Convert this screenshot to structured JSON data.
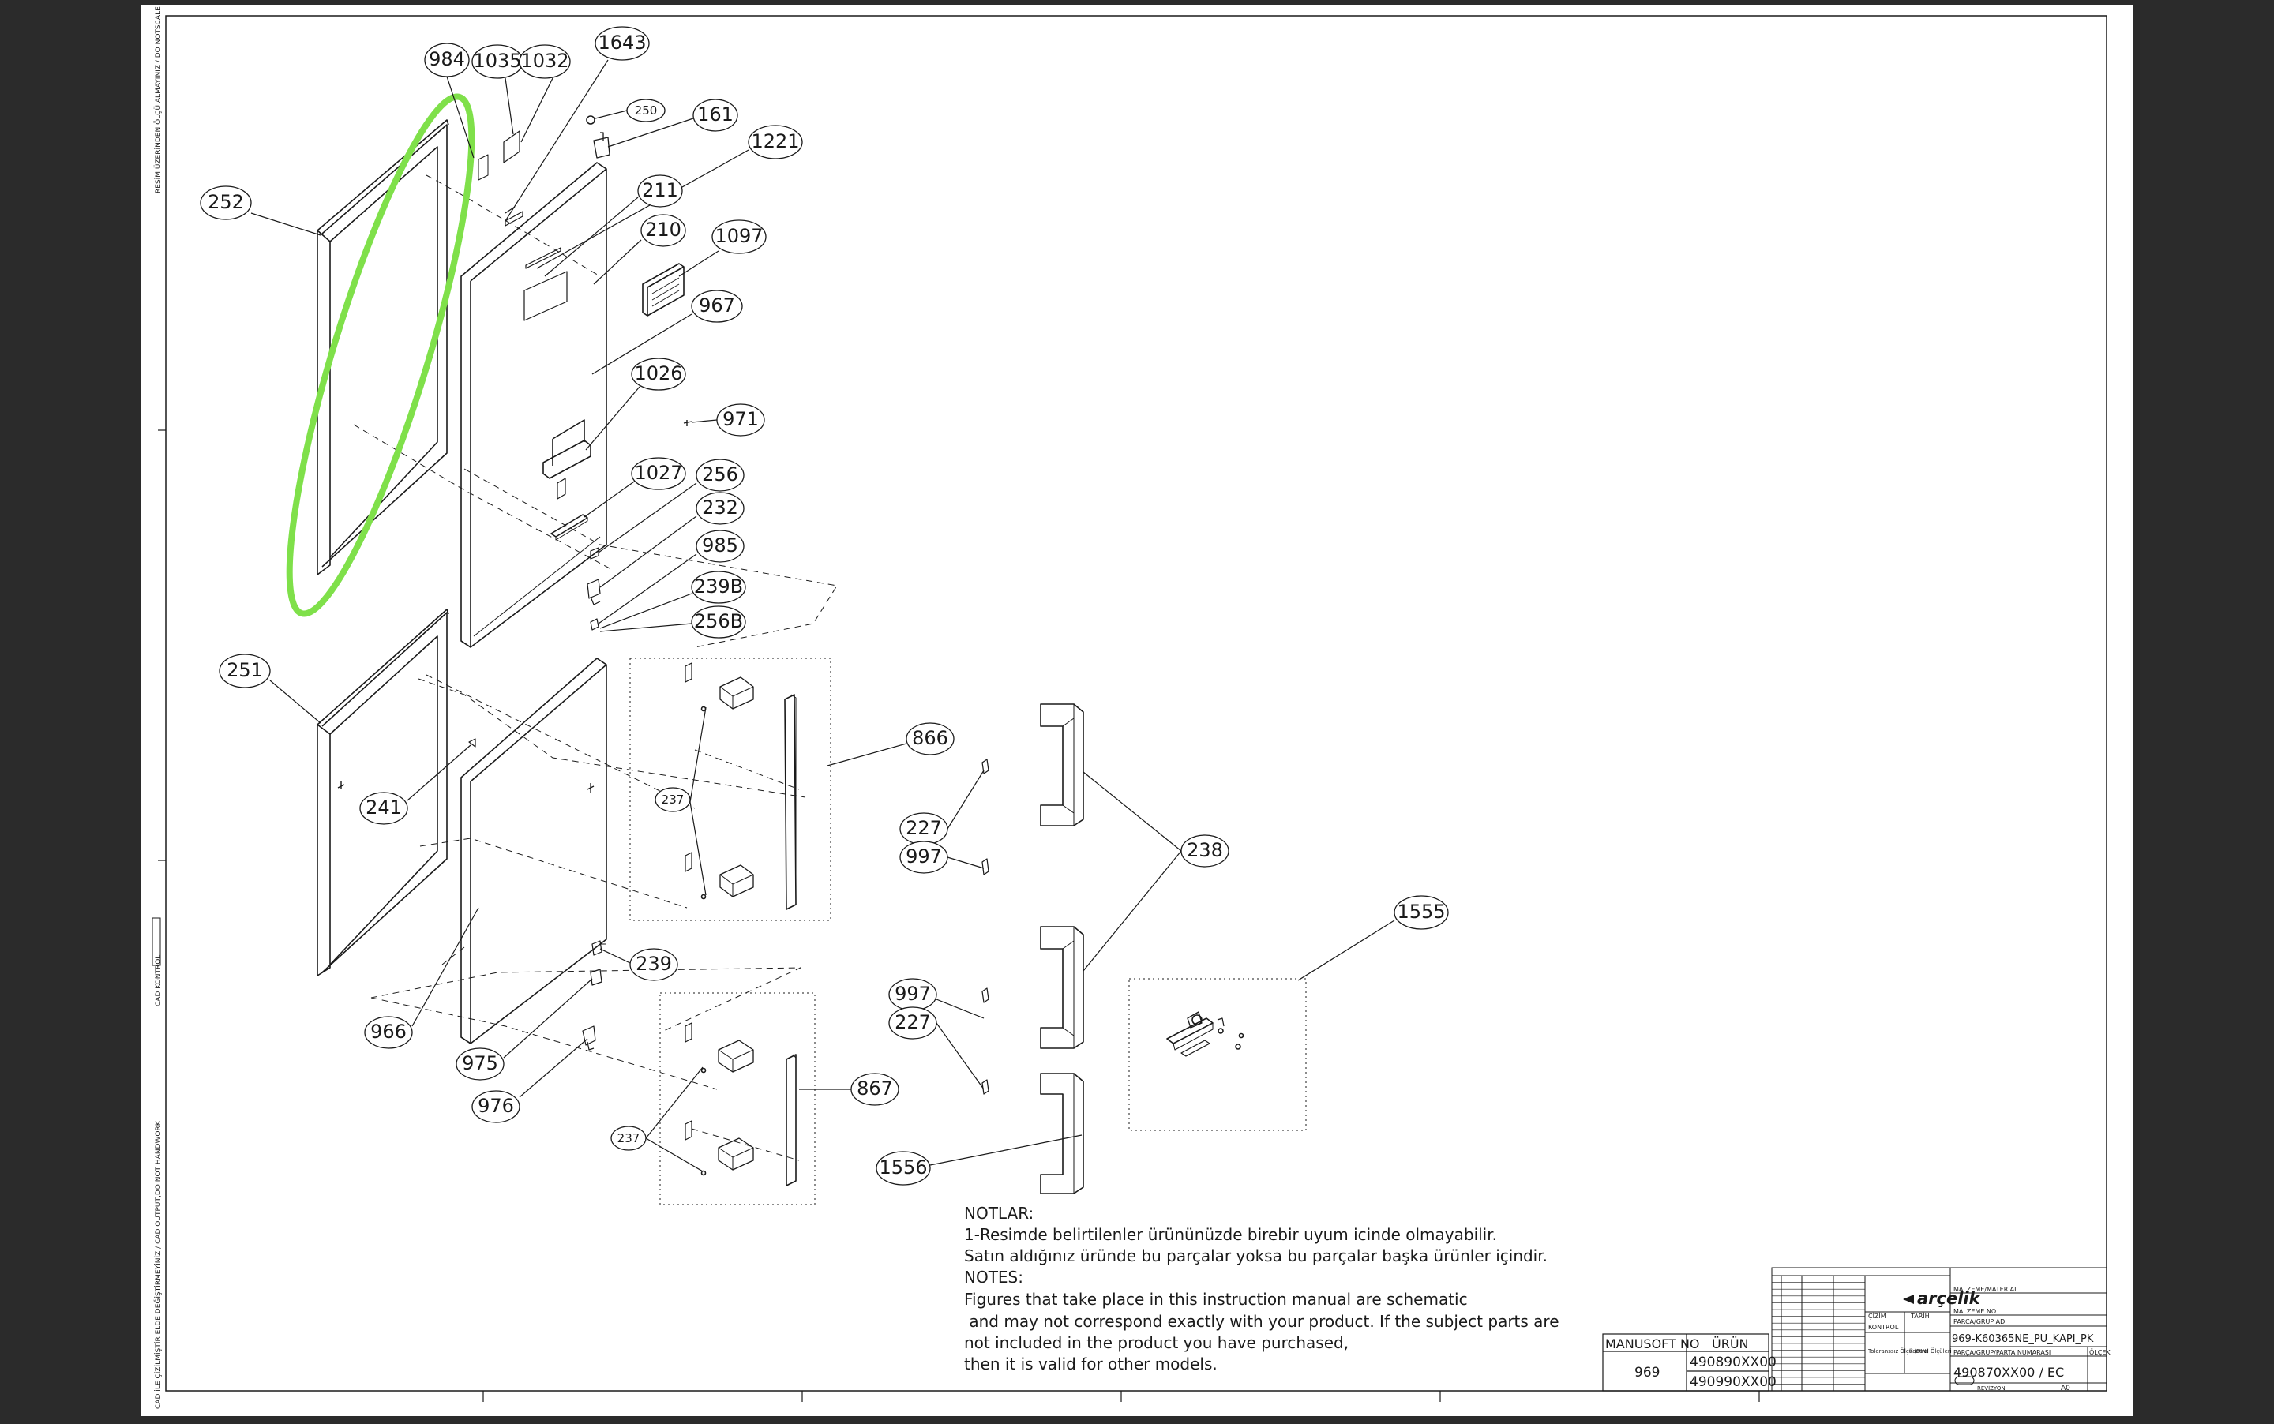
{
  "colors": {
    "backdrop": "#2b2b2b",
    "paper": "#ffffff",
    "line": "#1a1a1a",
    "highlight": "#7fe04a"
  },
  "side_texts": {
    "top": "RESİM ÜZERİNDEN ÖLÇÜ ALMAYINIZ / DO NOTSCALE",
    "mid": "CAD KONTROL",
    "bottom": "CAD İLE ÇİZİLMİŞTİR ELDE DEĞİŞTİRMEYİNİZ / CAD OUTPUT,DO NOT HANDWORK"
  },
  "callouts": [
    {
      "id": "c984",
      "label": "984"
    },
    {
      "id": "c1035",
      "label": "1035"
    },
    {
      "id": "c1032",
      "label": "1032"
    },
    {
      "id": "c1643",
      "label": "1643"
    },
    {
      "id": "c250",
      "label": "250"
    },
    {
      "id": "c161",
      "label": "161"
    },
    {
      "id": "c1221",
      "label": "1221"
    },
    {
      "id": "c211",
      "label": "211"
    },
    {
      "id": "c210",
      "label": "210"
    },
    {
      "id": "c1097",
      "label": "1097"
    },
    {
      "id": "c967",
      "label": "967"
    },
    {
      "id": "c252",
      "label": "252"
    },
    {
      "id": "c1026",
      "label": "1026"
    },
    {
      "id": "c971",
      "label": "971"
    },
    {
      "id": "c1027",
      "label": "1027"
    },
    {
      "id": "c256",
      "label": "256"
    },
    {
      "id": "c232",
      "label": "232"
    },
    {
      "id": "c985",
      "label": "985"
    },
    {
      "id": "c239B",
      "label": "239B"
    },
    {
      "id": "c256B",
      "label": "256B"
    },
    {
      "id": "c251",
      "label": "251"
    },
    {
      "id": "c866",
      "label": "866"
    },
    {
      "id": "c241",
      "label": "241"
    },
    {
      "id": "c237a",
      "label": "237"
    },
    {
      "id": "c227a",
      "label": "227"
    },
    {
      "id": "c997a",
      "label": "997"
    },
    {
      "id": "c238",
      "label": "238"
    },
    {
      "id": "c1555",
      "label": "1555"
    },
    {
      "id": "c239",
      "label": "239"
    },
    {
      "id": "c966",
      "label": "966"
    },
    {
      "id": "c997b",
      "label": "997"
    },
    {
      "id": "c227b",
      "label": "227"
    },
    {
      "id": "c975",
      "label": "975"
    },
    {
      "id": "c867",
      "label": "867"
    },
    {
      "id": "c976",
      "label": "976"
    },
    {
      "id": "c237b",
      "label": "237"
    },
    {
      "id": "c1556",
      "label": "1556"
    }
  ],
  "notes": [
    "NOTLAR:",
    "1-Resimde belirtilenler ürününüzde birebir  uyum icinde olmayabilir.",
    "Satın aldığınız üründe bu parçalar yoksa bu parçalar başka ürünler içindir.",
    "NOTES:",
    "Figures that take place in this instruction manual are schematic",
    " and may not correspond exactly with your product. If the subject parts are",
    "not included in the product you have purchased,",
    "then it is valid for other models."
  ],
  "title_block": {
    "manusoft_label": "MANUSOFT NO",
    "manusoft_value": "969",
    "urun_label": "ÜRÜN",
    "urun_values": [
      "490890XX00",
      "490990XX00"
    ],
    "brand": "arçelik",
    "malzeme": "MALZEME/MATERIAL",
    "malzeme_no": "MALZEME NO",
    "parca_adi": "PARÇA/GRUP ADI",
    "part_name": "969-K60365NE_PU_KAPI_PK",
    "parca_no_label": "PARÇA/GRUP/PARTA NUMARASI",
    "part_number": "490870XX00 / EC",
    "olcek": "ÖLÇEK",
    "tarih": "TARİH",
    "cizim": "ÇİZİM",
    "kontrol": "KONTROL",
    "tolerans": "Toleranssız Ölçü (DIN)",
    "kontrol_olculeri": "Kontrol Ölçüleri",
    "revizyon": "REVİZYON",
    "format": "A0"
  }
}
